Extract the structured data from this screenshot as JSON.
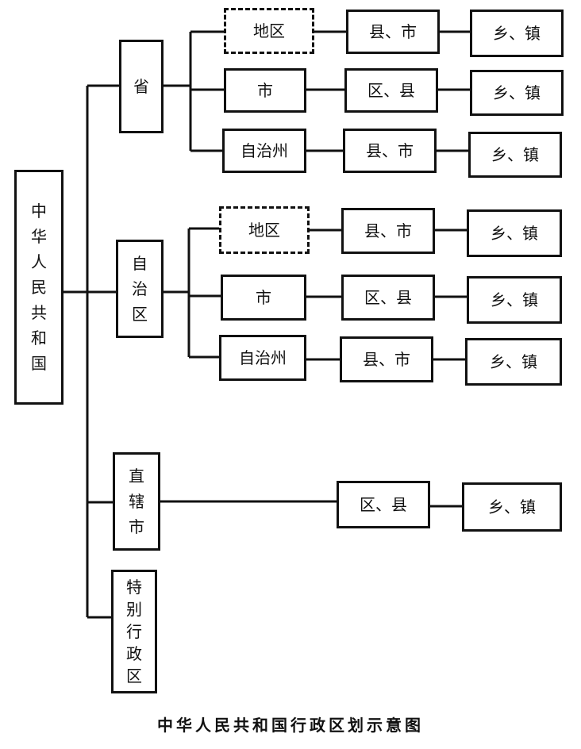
{
  "root": {
    "label": "中华人民共和国"
  },
  "provincial": [
    {
      "id": "sheng",
      "label": "省"
    },
    {
      "id": "zizhiqu",
      "label": "自治区"
    },
    {
      "id": "zhixiashi",
      "label": "直辖市"
    },
    {
      "id": "tebie",
      "label": "特别行政区"
    }
  ],
  "sheng": {
    "rows": [
      {
        "mid": "地区",
        "county": "县、市",
        "town": "乡、镇",
        "mid_dashed": true
      },
      {
        "mid": "市",
        "county": "区、县",
        "town": "乡、镇",
        "mid_dashed": false
      },
      {
        "mid": "自治州",
        "county": "县、市",
        "town": "乡、镇",
        "mid_dashed": false
      }
    ]
  },
  "zizhiqu": {
    "rows": [
      {
        "mid": "地区",
        "county": "县、市",
        "town": "乡、镇",
        "mid_dashed": true
      },
      {
        "mid": "市",
        "county": "区、县",
        "town": "乡、镇",
        "mid_dashed": false
      },
      {
        "mid": "自治州",
        "county": "县、市",
        "town": "乡、镇",
        "mid_dashed": false
      }
    ]
  },
  "zhixiashi": {
    "county": "区、县",
    "town": "乡、镇"
  },
  "caption": "中华人民共和国行政区划示意图",
  "colors": {
    "line": "#111111",
    "background": "#ffffff"
  }
}
